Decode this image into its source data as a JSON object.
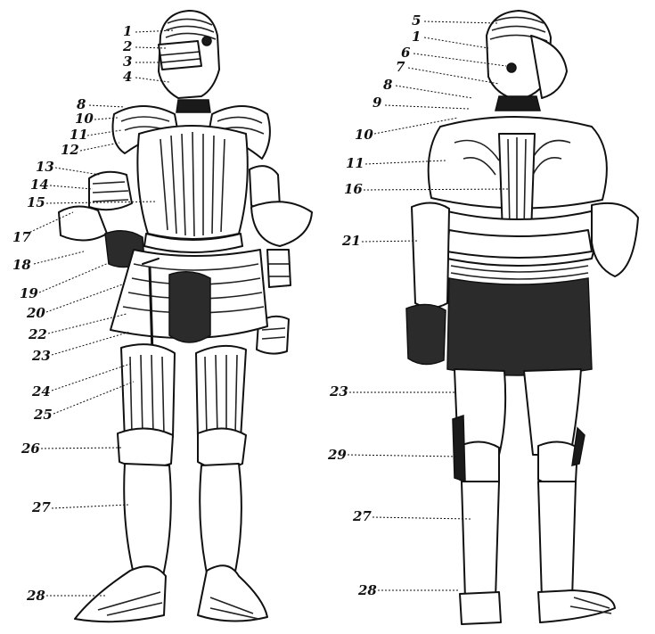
{
  "front_labels": [
    {
      "id": "f1",
      "text": "1"
    },
    {
      "id": "f2",
      "text": "2"
    },
    {
      "id": "f3",
      "text": "3"
    },
    {
      "id": "f4",
      "text": "4"
    },
    {
      "id": "f8",
      "text": "8"
    },
    {
      "id": "f10",
      "text": "10"
    },
    {
      "id": "f11",
      "text": "11"
    },
    {
      "id": "f12",
      "text": "12"
    },
    {
      "id": "f13",
      "text": "13"
    },
    {
      "id": "f14",
      "text": "14"
    },
    {
      "id": "f15",
      "text": "15"
    },
    {
      "id": "f17",
      "text": "17"
    },
    {
      "id": "f18",
      "text": "18"
    },
    {
      "id": "f19",
      "text": "19"
    },
    {
      "id": "f20",
      "text": "20"
    },
    {
      "id": "f22",
      "text": "22"
    },
    {
      "id": "f23",
      "text": "23"
    },
    {
      "id": "f24",
      "text": "24"
    },
    {
      "id": "f25",
      "text": "25"
    },
    {
      "id": "f26",
      "text": "26"
    },
    {
      "id": "f27",
      "text": "27"
    },
    {
      "id": "f28",
      "text": "28"
    }
  ],
  "back_labels": [
    {
      "id": "b5",
      "text": "5"
    },
    {
      "id": "b1",
      "text": "1"
    },
    {
      "id": "b6",
      "text": "6"
    },
    {
      "id": "b7",
      "text": "7"
    },
    {
      "id": "b8",
      "text": "8"
    },
    {
      "id": "b9",
      "text": "9"
    },
    {
      "id": "b10",
      "text": "10"
    },
    {
      "id": "b11",
      "text": "11"
    },
    {
      "id": "b16",
      "text": "16"
    },
    {
      "id": "b21",
      "text": "21"
    },
    {
      "id": "b23",
      "text": "23"
    },
    {
      "id": "b29",
      "text": "29"
    },
    {
      "id": "b27",
      "text": "27"
    },
    {
      "id": "b28",
      "text": "28"
    }
  ]
}
